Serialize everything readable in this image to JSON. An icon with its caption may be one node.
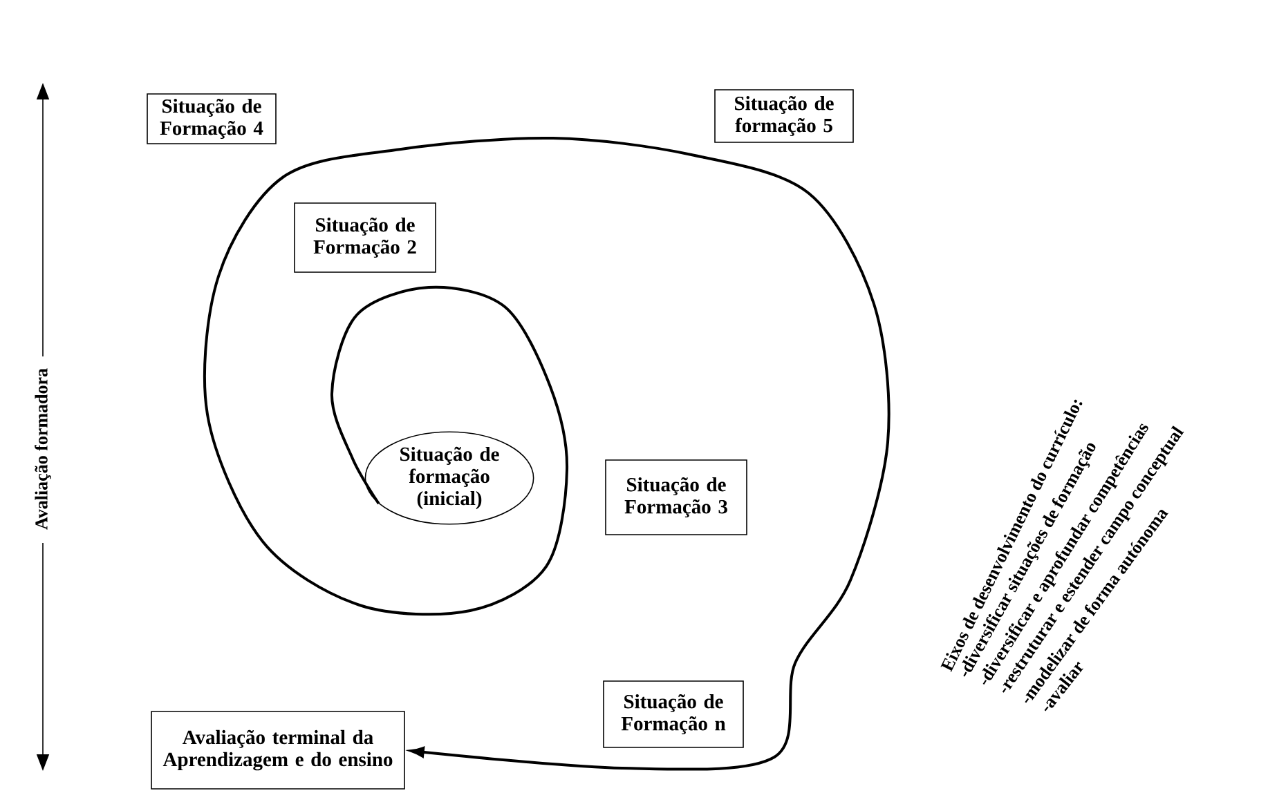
{
  "diagram": {
    "nodes": [
      {
        "text": [
          "Situação de Formação 4"
        ]
      },
      {
        "text": [
          "Situação de formação 5"
        ]
      },
      {
        "text": [
          "Situação de Formação 2"
        ]
      },
      {
        "text": [
          "Situação de formação (inicial)"
        ]
      },
      {
        "text": [
          "Situação de Formação 3"
        ]
      },
      {
        "text": [
          "Situação de Formação n"
        ]
      },
      {
        "text": [
          "Avaliação terminal da Aprendizagem e do ensino"
        ]
      }
    ],
    "edges": [
      {
        "from": 3,
        "to": 6,
        "arrow": "to"
      }
    ],
    "labels": [
      "Avaliação formadora",
      "Eixos de desenvolvimento do currículo:",
      "-diversificar situações de formação",
      "-diversificar e aprofundar competências",
      "-restruturar e estender campo conceptual",
      "-modelizar de forma autónoma",
      "-avaliar"
    ]
  }
}
